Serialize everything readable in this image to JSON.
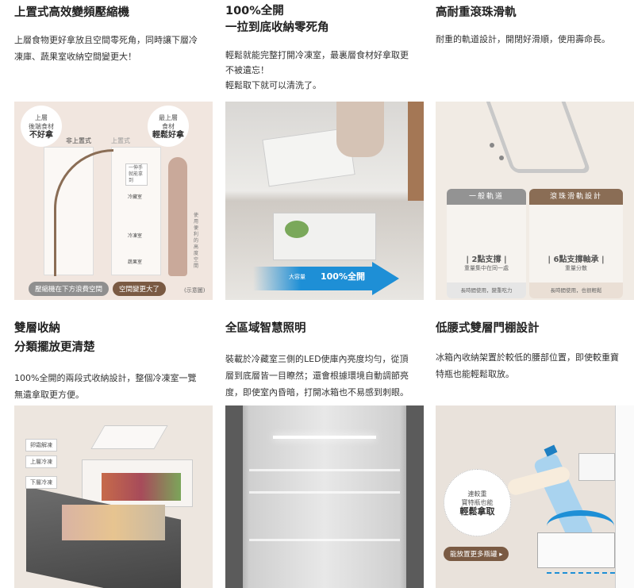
{
  "features": [
    {
      "title_lines": [
        "上置式高效變頻壓縮機"
      ],
      "body_lines": [
        "上層食物更好拿放且空間零死角，同時讓下層冷",
        "凍庫、蔬果室收納空間變更大！"
      ],
      "image": {
        "bubble_left": [
          "上層",
          "後端食材",
          "不好拿"
        ],
        "bubble_right": [
          "最上層",
          "食材",
          "輕鬆好拿"
        ],
        "label_non_top": "非上置式",
        "label_top": "上置式",
        "hint": "一伸手就能拿到",
        "rooms": [
          "冷藏室",
          "冷凍室",
          "蔬果室"
        ],
        "side_text": "使用便利的高度空間",
        "pill_left": "壓縮機在下方浪費空間",
        "pill_right": "空間變更大了",
        "note": "(示意圖)"
      }
    },
    {
      "title_lines": [
        "100%全開",
        "一拉到底收納零死角"
      ],
      "body_lines": [
        "輕鬆就能完整打開冷凍室，最裏層食材好拿取更",
        "不被遺忘！",
        "輕鬆取下就可以清洗了。"
      ],
      "image": {
        "banner_small": "大容量",
        "banner_big": "100%全開"
      }
    },
    {
      "title_lines": [
        "高耐重滾珠滑軌"
      ],
      "body_lines": [
        "耐重的軌道設計，開閉好滑順，使用壽命長。"
      ],
      "image": {
        "left": {
          "header": "一般軌道",
          "main": "| 2點支撐 |",
          "sub": "重量集中在同一處",
          "footer": "長時間使用，變重吃力"
        },
        "right": {
          "header": "滾珠滑軌設計",
          "main": "| 6點支撐軸承 |",
          "sub": "重量分散",
          "footer": "長時間使用，也很輕鬆"
        }
      }
    },
    {
      "title_lines": [
        "雙層收納",
        "分類擺放更清楚"
      ],
      "body_lines": [
        "100%全開的兩段式收納設計，整個冷凍室一覽",
        "無遺拿取更方便。"
      ],
      "image": {
        "tags": [
          "卵霜解凍",
          "上層冷凍",
          "下層冷凍"
        ]
      }
    },
    {
      "title_lines": [
        "全區域智慧照明"
      ],
      "body_lines": [
        "裝載於冷藏室三側的LED使庫內亮度均勻，從頂",
        "層到底層皆一目瞭然；還會根據環境自動調節亮",
        "度，即使室內昏暗，打開冰箱也不易感到刺眼。"
      ],
      "image": {}
    },
    {
      "title_lines": [
        "低腰式雙層門棚設計"
      ],
      "body_lines": [
        "冰箱內收納架置於較低的腰部位置，即使較重寶",
        "特瓶也能輕鬆取放。"
      ],
      "image": {
        "bubble": [
          "連較重",
          "寶特瓶也能",
          "輕鬆拿取"
        ],
        "pill": "能放置更多瓶罐 ▸"
      }
    }
  ],
  "colors": {
    "beige": "#efe6df",
    "brown": "#8a6d55",
    "blue": "#1e8fd6",
    "gray": "#8e8e8e"
  }
}
